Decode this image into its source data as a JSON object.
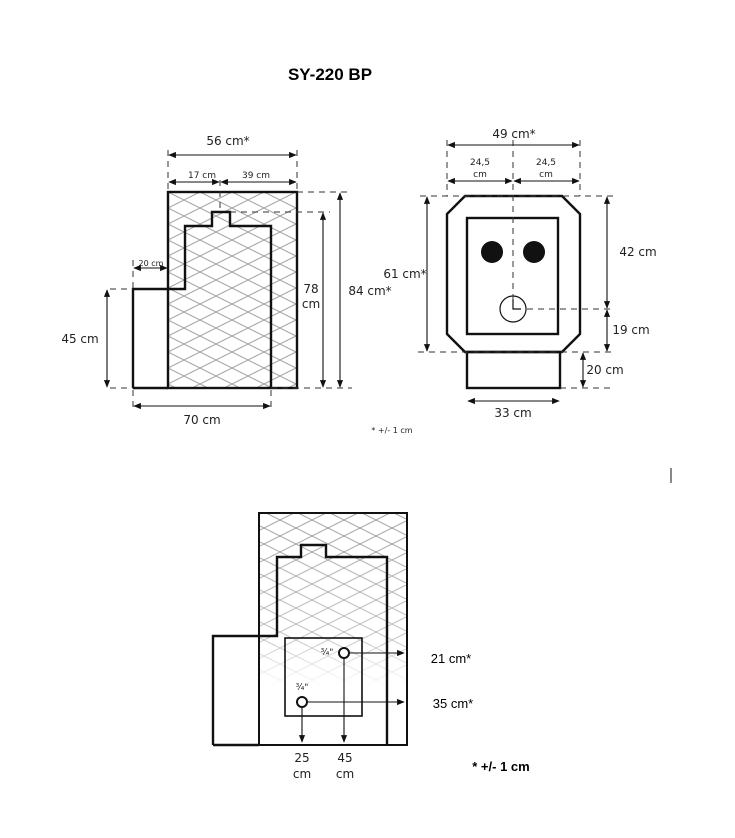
{
  "title": "SY-220 BP",
  "side_view": {
    "total_depth": "56 cm*",
    "front_depth": "17 cm",
    "rear_depth": "39 cm",
    "step_width": "20 cm",
    "step_height": "45 cm",
    "firebox_height_num": "78",
    "firebox_height_unit": "cm",
    "total_height": "84 cm*",
    "base_length": "70 cm",
    "tolerance_note": "* +/- 1 cm"
  },
  "front_view": {
    "total_width": "49 cm*",
    "half_left_num": "24,5",
    "half_left_unit": "cm",
    "half_right_num": "24,5",
    "half_right_unit": "cm",
    "body_height": "61 cm*",
    "upper_height": "42 cm",
    "lower_height": "19 cm",
    "base_height": "20 cm",
    "base_width": "33 cm"
  },
  "connection_view": {
    "pipe_upper_size": "¾\"",
    "pipe_lower_size": "¾\"",
    "upper_height": "21 cm*",
    "lower_height": "35 cm*",
    "lower_x_num": "25",
    "lower_x_unit": "cm",
    "upper_x_num": "45",
    "upper_x_unit": "cm",
    "tolerance_note": "* +/- 1 cm"
  },
  "colors": {
    "line": "#111111",
    "hatch": "#9a9a9a"
  }
}
